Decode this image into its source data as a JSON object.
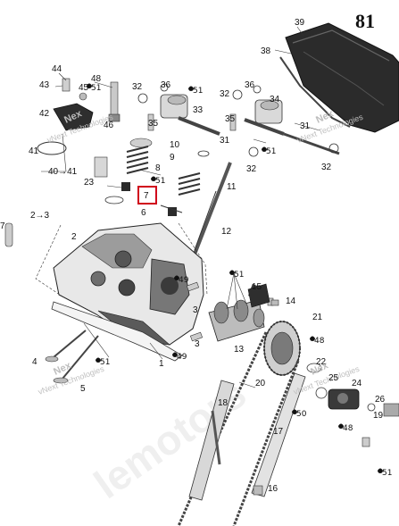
{
  "diagram": {
    "title": "81",
    "watermark_brand": "Nex",
    "watermark_company": "vNext Technologies",
    "watermark_large": "lemotors",
    "highlight_color": "#d0021b",
    "highlighted_part": "7",
    "labels": {
      "p1": "1",
      "p2": "2",
      "p2to3": "2→3",
      "p3a": "3",
      "p3b": "3",
      "p4": "4",
      "p5": "5",
      "p6": "6",
      "p7": "7",
      "p7left": "7",
      "p8": "8",
      "p9": "9",
      "p10": "10",
      "p11": "11",
      "p12": "12",
      "p13": "13",
      "p14": "14",
      "p15": "15",
      "p16": "16",
      "p17": "17",
      "p18": "18",
      "p19": "19",
      "p20": "20",
      "p21": "21",
      "p22": "22",
      "p23": "23",
      "p24": "24",
      "p25": "25",
      "p26": "26",
      "p31a": "31",
      "p31b": "31",
      "p32a": "32",
      "p32b": "32",
      "p32c": "32",
      "p32d": "32",
      "p33": "33",
      "p34": "34",
      "p35a": "35",
      "p35b": "35",
      "p36a": "36",
      "p36b": "36",
      "p38": "38",
      "p39": "39",
      "p40to41": "40→41",
      "p41": "41",
      "p42": "42",
      "p43": "43",
      "p44": "44",
      "p45": "45",
      "p46": "46",
      "p48a": "48",
      "p48b": "48",
      "p48c": "48",
      "p49a": "49",
      "p49b": "49",
      "p50": "50",
      "p51a": "51",
      "p51b": "51",
      "p51c": "51",
      "p51d": "51",
      "p51e": "51",
      "p51f": "51",
      "p51g": "51"
    }
  }
}
